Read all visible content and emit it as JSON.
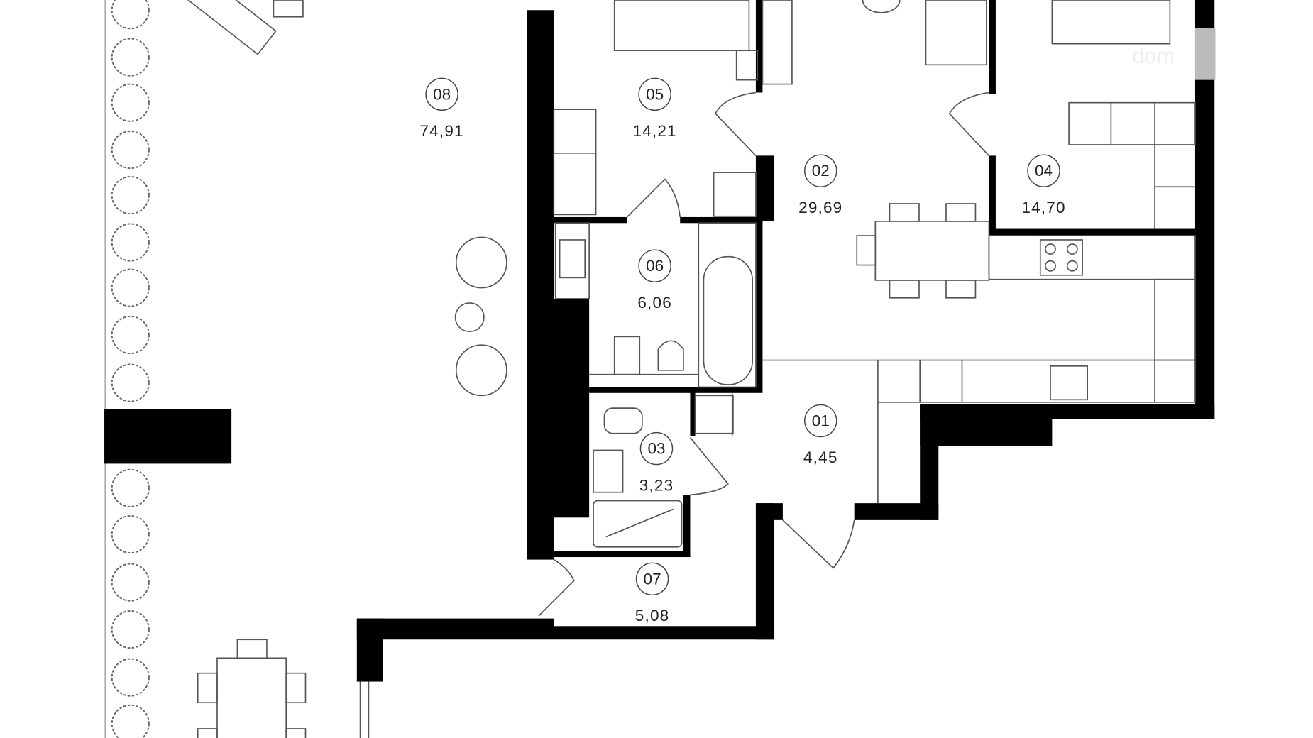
{
  "rooms": [
    {
      "number": "01",
      "area": "4,45"
    },
    {
      "number": "02",
      "area": "29,69"
    },
    {
      "number": "03",
      "area": "3,23"
    },
    {
      "number": "04",
      "area": "14,70"
    },
    {
      "number": "05",
      "area": "14,21"
    },
    {
      "number": "06",
      "area": "6,06"
    },
    {
      "number": "07",
      "area": "5,08"
    },
    {
      "number": "08",
      "area": "74,91"
    }
  ],
  "watermark": "dom"
}
